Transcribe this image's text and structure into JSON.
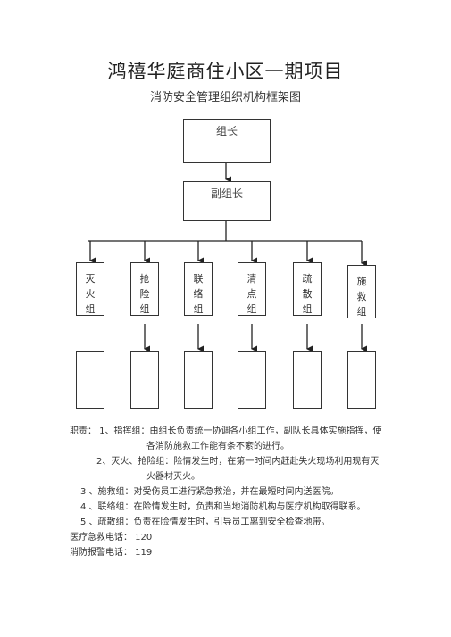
{
  "header": {
    "title": "鸿禧华庭商住小区一期项目",
    "subtitle": "消防安全管理组织机构框架图"
  },
  "org": {
    "leader": "组长",
    "deputy": "副组长",
    "groups": [
      {
        "label": "灭火组"
      },
      {
        "label": "抢险组"
      },
      {
        "label": "联络组"
      },
      {
        "label": "清点组"
      },
      {
        "label": "疏散组"
      },
      {
        "label": "施救组"
      }
    ]
  },
  "duties": {
    "lines": [
      "职责：  1、指挥组：由组长负责统一协调各小组工作，副队长具体实施指挥，使",
      "各消防施救工作能有条不紊的进行。",
      "2、灭火、抢险组：险情发生时，在第一时间内赶赴失火现场利用现有灭",
      "火器材灭火。",
      "3    、施救组：对受伤员工进行紧急救治，并在最短时间内送医院。",
      "4    、联络组：在险情发生时，负责和当地消防机构与医疗机构取得联系。",
      "5    、疏散组：负责在险情发生时，引导员工离到安全检查地带。",
      "医疗急救电话：   120",
      "消防报警电话：   119"
    ]
  }
}
